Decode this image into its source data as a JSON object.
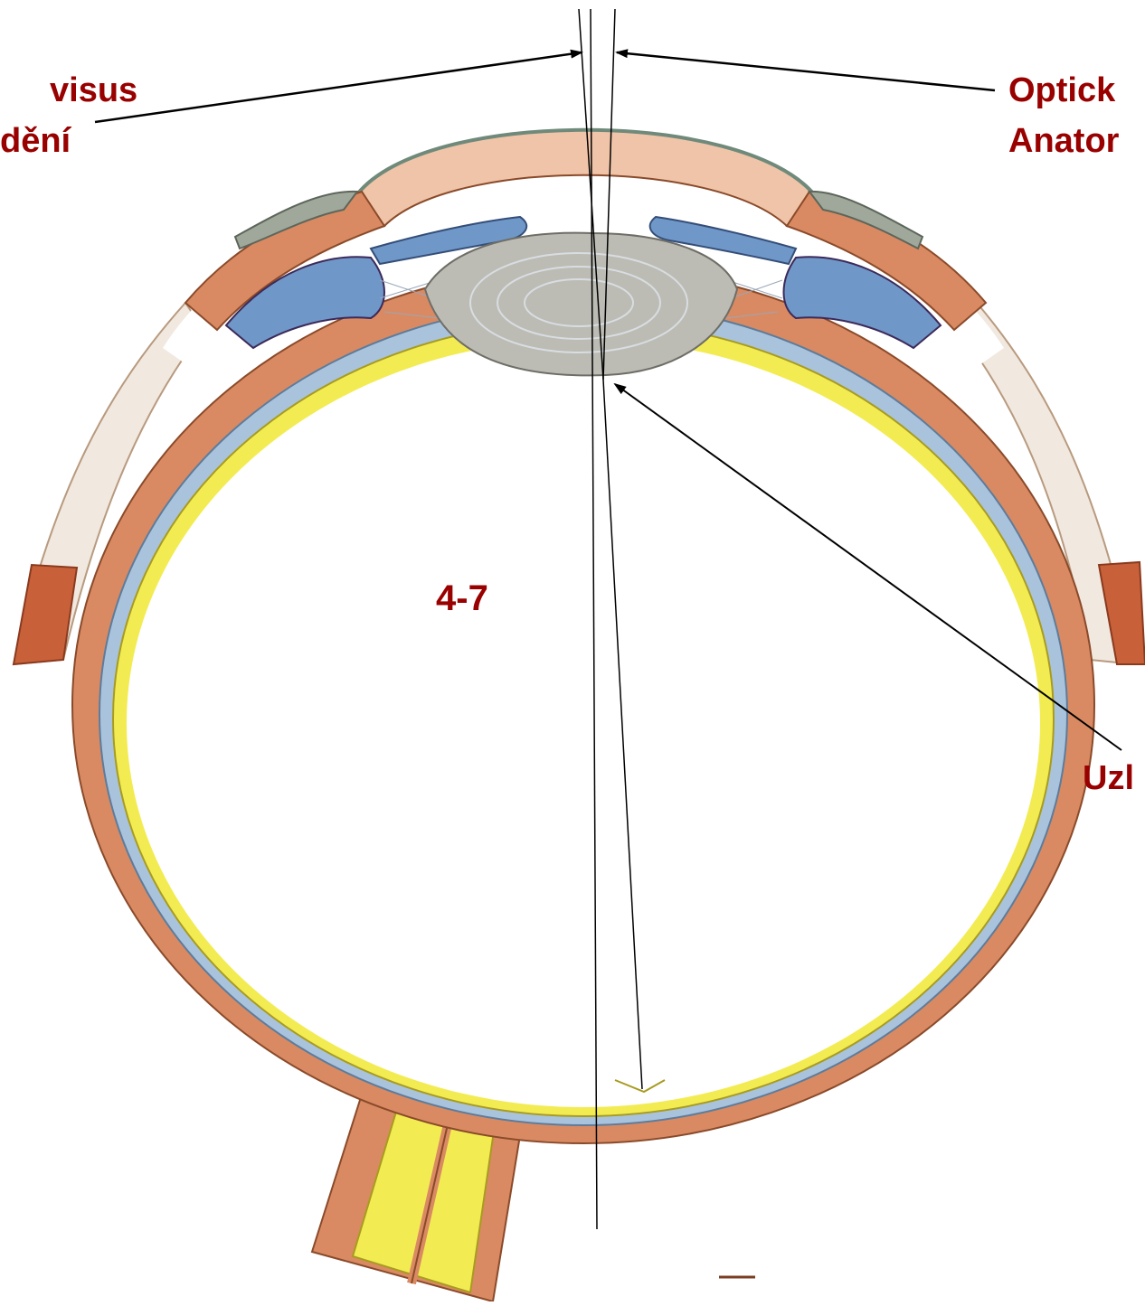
{
  "diagram": {
    "labels": {
      "top_left_line1": "visus",
      "top_left_line2": "dění",
      "top_right_line1": "Optick",
      "top_right_line2": "Anator",
      "center": "4-7",
      "bottom_right": "Uzl"
    },
    "colors": {
      "label_text": "#990000",
      "sclera": "#d98a62",
      "sclera_dark": "#b8663f",
      "choroid": "#a9c3dc",
      "retina": "#f2ec52",
      "cornea": "#f0c4a8",
      "lens": "#bcbcb4",
      "iris": "#6f97c8",
      "axis_line": "#000000"
    }
  }
}
